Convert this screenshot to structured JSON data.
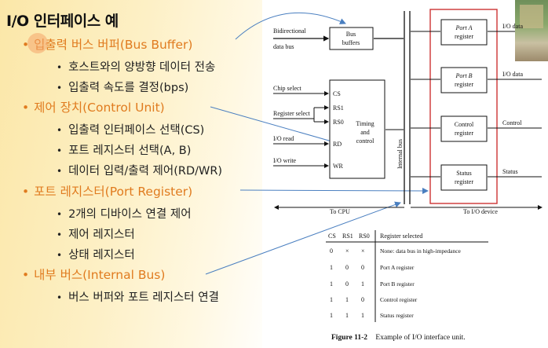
{
  "slide": {
    "title": "I/O 인터페이스 예",
    "bullets": [
      {
        "label": "입출력 버스 버퍼(Bus Buffer)",
        "subs": [
          "호스트와의 양방향 데이터 전송",
          "입출력 속도를 결정(bps)"
        ]
      },
      {
        "label": "제어 장치(Control Unit)",
        "subs": [
          "입출력 인터페이스 선택(CS)",
          "포트 레지스터 선택(A, B)",
          "데이터 입력/출력 제어(RD/WR)"
        ]
      },
      {
        "label": "포트 레지스터(Port Register)",
        "subs": [
          "2개의 디바이스 연결 제어",
          "제어 레지스터",
          "상태 레지스터"
        ]
      },
      {
        "label": "내부 버스(Internal Bus)",
        "subs": [
          "버스  버퍼와 포트 레지스터 연결"
        ]
      }
    ],
    "accent_color": "#e07b1f",
    "highlight_color": "#cc3333"
  },
  "diagram": {
    "inputs": {
      "bidirectional": "Bidirectional",
      "data_bus": "data bus",
      "chip_select": "Chip select",
      "register_select": "Register select",
      "io_read": "I/O read",
      "io_write": "I/O write"
    },
    "bus_buffers": {
      "line1": "Bus",
      "line2": "buffers"
    },
    "control_unit": {
      "pin_cs": "CS",
      "pin_rs1": "RS1",
      "pin_rs0": "RS0",
      "pin_rd": "RD",
      "pin_wr": "WR",
      "line1": "Timing",
      "line2": "and",
      "line3": "control"
    },
    "internal_bus": "Internal bus",
    "port_a": {
      "line1": "Port A",
      "line2": "register",
      "out": "I/O data"
    },
    "port_b": {
      "line1": "Port B",
      "line2": "register",
      "out": "I/O data"
    },
    "control_reg": {
      "line1": "Control",
      "line2": "register",
      "out": "Control"
    },
    "status_reg": {
      "line1": "Status",
      "line2": "register",
      "out": "Status"
    },
    "to_cpu": "To CPU",
    "to_device": "To I/O device"
  },
  "table": {
    "headers": [
      "CS",
      "RS1",
      "RS0",
      "Register selected"
    ],
    "rows": [
      [
        "0",
        "×",
        "×",
        "None: data bus in high-impedance"
      ],
      [
        "1",
        "0",
        "0",
        "Port A register"
      ],
      [
        "1",
        "0",
        "1",
        "Port B register"
      ],
      [
        "1",
        "1",
        "0",
        "Control register"
      ],
      [
        "1",
        "1",
        "1",
        "Status register"
      ]
    ]
  },
  "caption": {
    "figure": "Figure 11-2",
    "text": "Example of I/O interface unit."
  }
}
